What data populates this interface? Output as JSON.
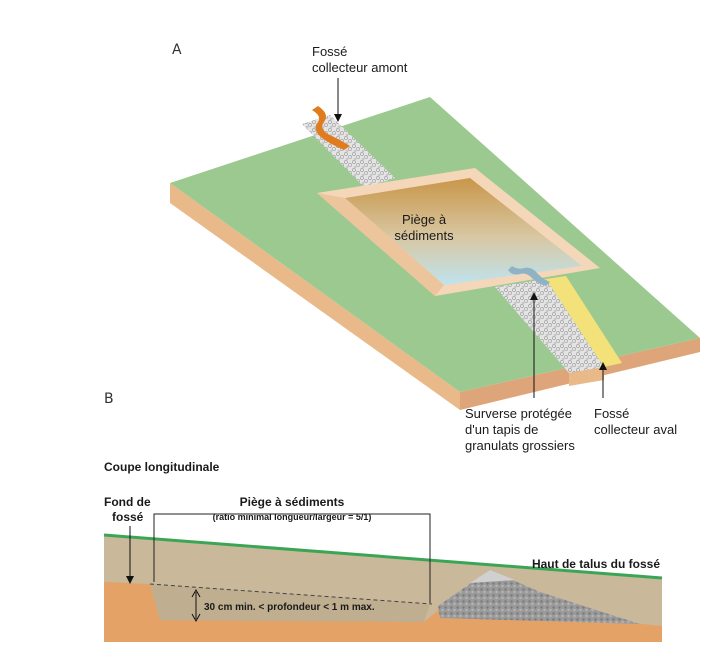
{
  "panel_a": {
    "letter": "A",
    "upstream_ditch": [
      "Fossé",
      "collecteur amont"
    ],
    "trap": [
      "Piège à",
      "sédiments"
    ],
    "overflow": [
      "Surverse protégée",
      "d'un tapis de",
      "granulats grossiers"
    ],
    "downstream_ditch": [
      "Fossé",
      "collecteur aval"
    ]
  },
  "panel_b": {
    "letter": "B",
    "section_title": "Coupe longitudinale",
    "ditch_bottom": [
      "Fond de",
      "fossé"
    ],
    "trap_title": "Piège à sédiments",
    "ratio": "(ratio minimal longueur/largeur = 5/1)",
    "bank_top": "Haut de talus du fossé",
    "depth": "30 cm min. < profondeur < 1 m max."
  },
  "colors": {
    "grass": "#9cc98f",
    "soil_side": "#e9b98a",
    "soil_section": "#c9b89a",
    "bank_line": "#3aa655",
    "gravel": "#c8c8c8",
    "water": "#bfe3ee",
    "sediment": "#c8964a",
    "flow_arrow": "#e07b1e",
    "yellow_ditch": "#f3e17a"
  }
}
